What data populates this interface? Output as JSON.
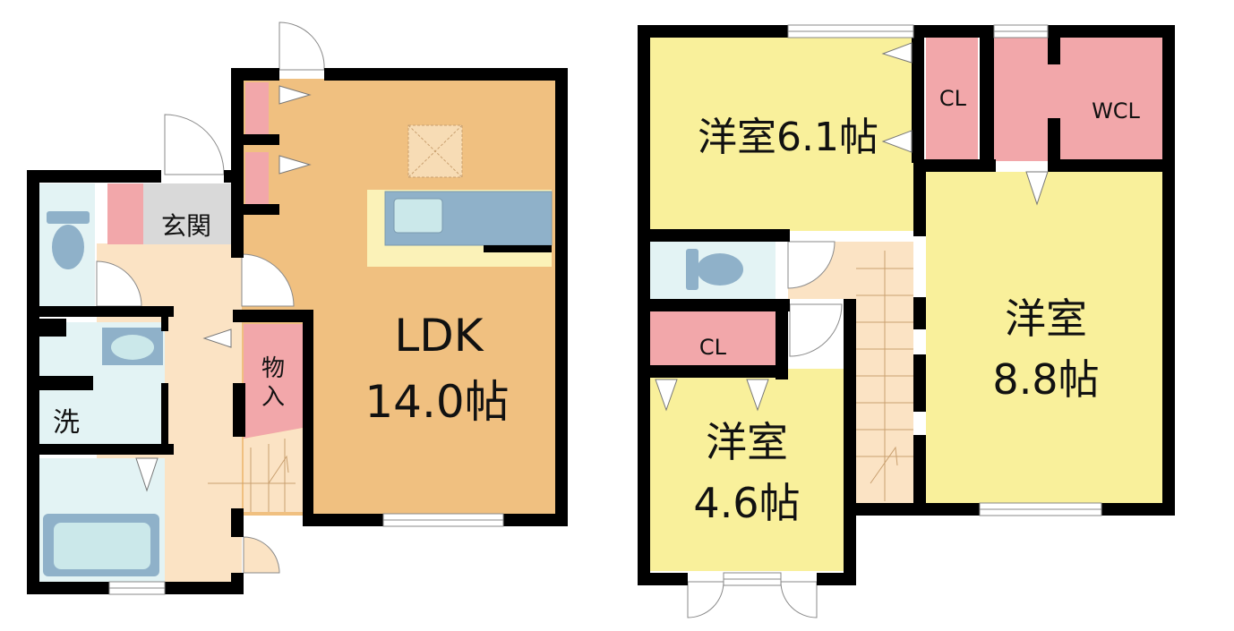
{
  "floor1": {
    "ldk": {
      "name": "LDK",
      "size": "14.0帖"
    },
    "entrance": "玄関",
    "storage": "物入",
    "laundry": "洗"
  },
  "floor2": {
    "bed1": {
      "name": "洋室",
      "size": "6.1帖",
      "full": "洋室6.1帖"
    },
    "bed2": {
      "name": "洋室",
      "size": "8.8帖"
    },
    "bed3": {
      "name": "洋室",
      "size": "4.6帖"
    },
    "closet_a": "CL",
    "closet_b": "CL",
    "walkin_closet": "WCL"
  },
  "colors": {
    "wall": "#000000",
    "ldk": "#f0c080",
    "bedroom": "#f9f09b",
    "hall": "#fbe3c4",
    "closet": "#f2a7aa",
    "wet_room": "#e3f3f4",
    "fixture": "#8fb1c9",
    "entrance_floor": "#d9d9d9"
  }
}
